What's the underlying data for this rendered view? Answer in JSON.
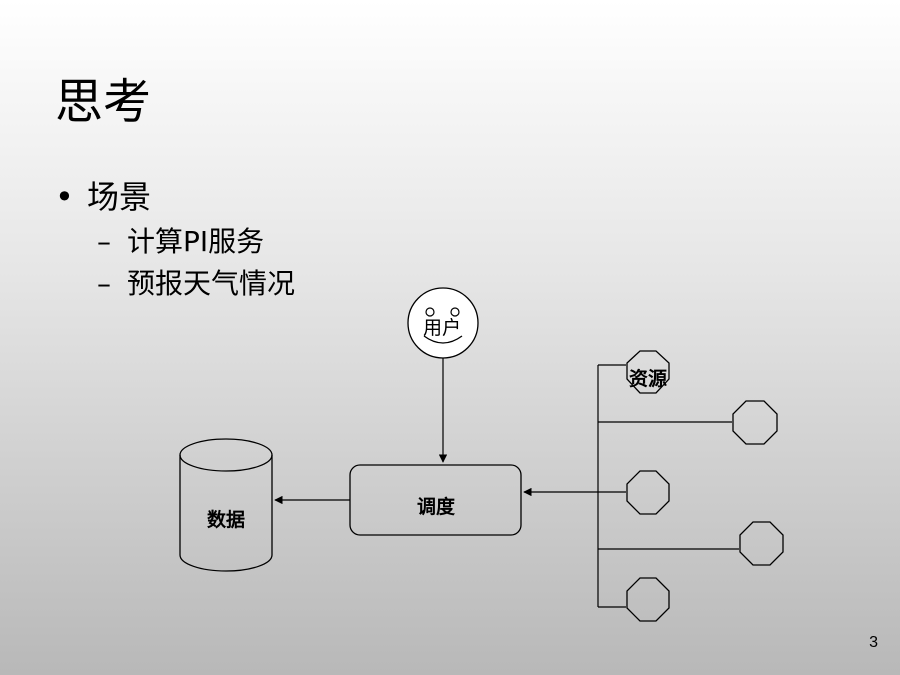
{
  "slide": {
    "title": "思考",
    "bullet": "场景",
    "sub_bullets": [
      "计算PI服务",
      "预报天气情况"
    ],
    "page_number": "3"
  },
  "diagram": {
    "user_label": "用户",
    "scheduler_label": "调度",
    "data_label": "数据",
    "resource_label": "资源"
  }
}
